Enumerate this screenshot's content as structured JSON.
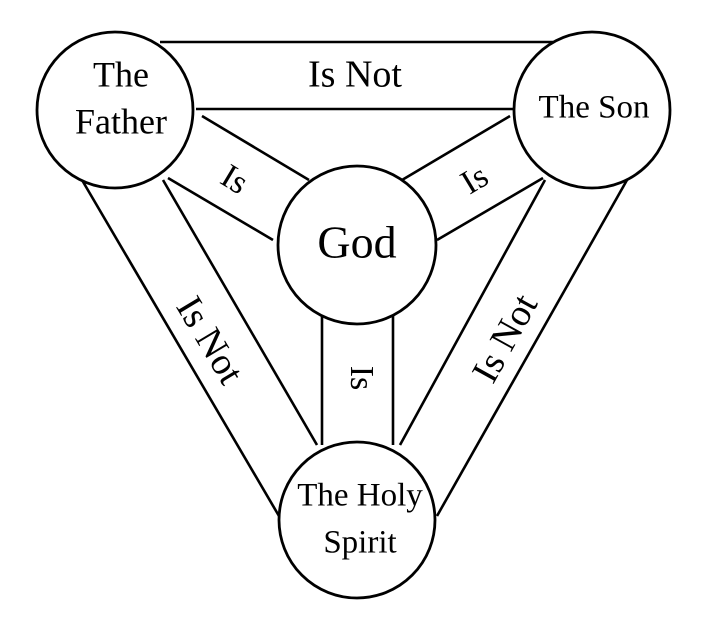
{
  "nodes": {
    "father": {
      "line1": "The",
      "line2": "Father"
    },
    "son": {
      "label": "The Son"
    },
    "god": {
      "label": "God"
    },
    "spirit": {
      "line1": "The Holy",
      "line2": "Spirit"
    }
  },
  "relations": {
    "father_son": "Is Not",
    "father_spirit": "Is Not",
    "son_spirit": "Is Not",
    "father_god": "Is",
    "son_god": "Is",
    "spirit_god": "Is"
  },
  "colors": {
    "stroke": "#000000",
    "fill": "#ffffff",
    "text": "#000000"
  }
}
